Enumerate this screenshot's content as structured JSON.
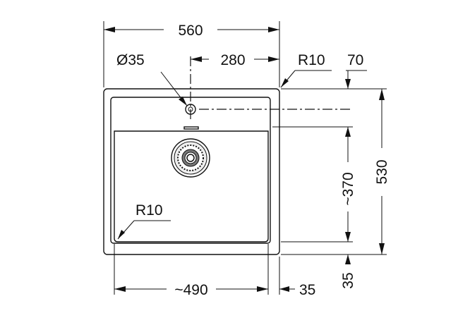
{
  "dimensions": {
    "overall_width": "560",
    "tap_hole_diameter": "Ø35",
    "tap_hole_offset": "280",
    "outer_radius": "R10",
    "top_margin": "70",
    "overall_depth": "530",
    "bowl_depth": "~370",
    "bottom_margin": "35",
    "bowl_radius": "R10",
    "bowl_width": "~490",
    "right_margin": "35"
  }
}
